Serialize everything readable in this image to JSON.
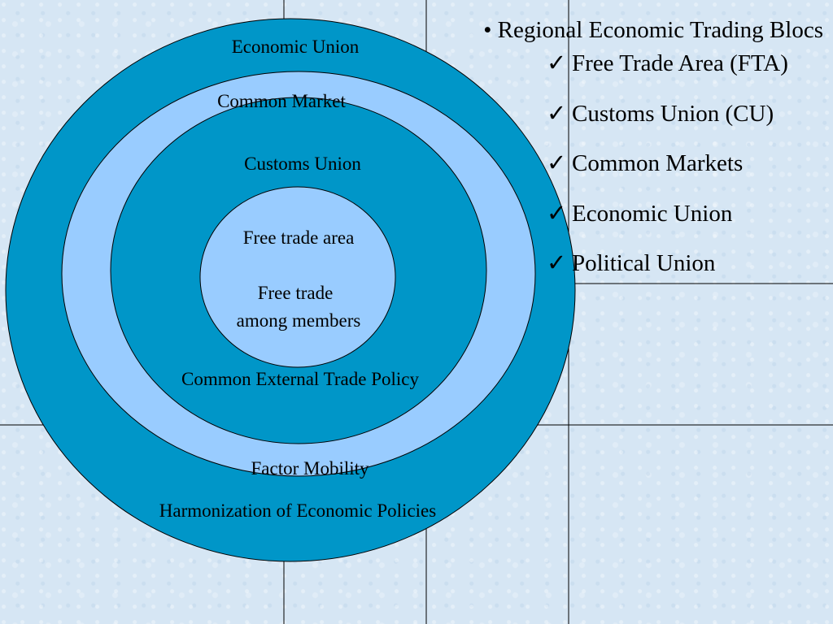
{
  "diagram": {
    "rings": [
      {
        "name": "Economic Union",
        "fill": "#0096c8"
      },
      {
        "name": "Common Market",
        "fill": "#99ccff"
      },
      {
        "name": "Customs Union",
        "fill": "#0096c8"
      },
      {
        "name": "Free trade area",
        "fill": "#99ccff"
      }
    ],
    "inner_text": [
      "Free trade",
      "among members"
    ],
    "features": {
      "common_external": "Common External Trade Policy",
      "factor_mobility": "Factor Mobility",
      "harmonization": "Harmonization of Economic Policies"
    }
  },
  "sidebar": {
    "heading": "• Regional Economic Trading Blocs",
    "check_glyph": "✓",
    "items": [
      "Free Trade Area (FTA)",
      "Customs Union (CU)",
      "Common Markets",
      "Economic Union",
      "Political Union"
    ]
  },
  "colors": {
    "background": "#d6e6f4",
    "dark_ring": "#0096c8",
    "light_ring": "#99ccff",
    "lines": "#000000"
  }
}
